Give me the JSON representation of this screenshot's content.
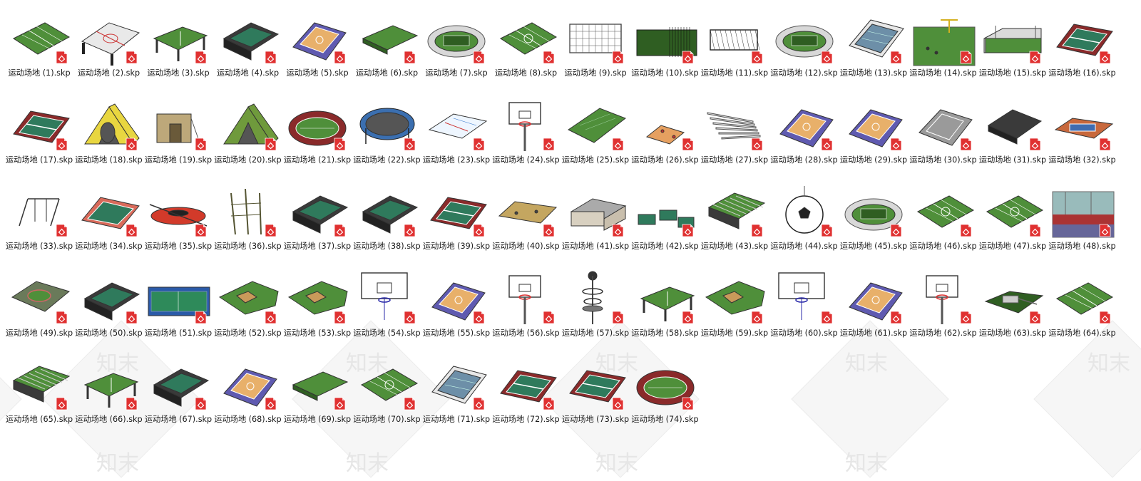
{
  "window": {
    "title": ""
  },
  "watermark": {
    "text": "知末",
    "color": "#e6e6e6"
  },
  "badge": {
    "icon": "sketchup-file-icon",
    "color": "#e03131"
  },
  "files": [
    {
      "name": "运动场地 (1).skp",
      "icon": "football-field-icon"
    },
    {
      "name": "运动场地 (2).skp",
      "icon": "air-hockey-table-icon"
    },
    {
      "name": "运动场地 (3).skp",
      "icon": "ping-pong-table-icon"
    },
    {
      "name": "运动场地 (4).skp",
      "icon": "pool-table-icon"
    },
    {
      "name": "运动场地 (5).skp",
      "icon": "basketball-court-icon"
    },
    {
      "name": "运动场地 (6).skp",
      "icon": "green-table-icon"
    },
    {
      "name": "运动场地 (7).skp",
      "icon": "stadium-icon"
    },
    {
      "name": "运动场地 (8).skp",
      "icon": "soccer-field-icon"
    },
    {
      "name": "运动场地 (9).skp",
      "icon": "soccer-goal-icon"
    },
    {
      "name": "运动场地 (10).skp",
      "icon": "field-goal-net-icon"
    },
    {
      "name": "运动场地 (11).skp",
      "icon": "goal-net-icon"
    },
    {
      "name": "运动场地 (12).skp",
      "icon": "stadium-icon"
    },
    {
      "name": "运动场地 (13).skp",
      "icon": "swimming-pool-icon"
    },
    {
      "name": "运动场地 (14).skp",
      "icon": "football-goalpost-icon"
    },
    {
      "name": "运动场地 (15).skp",
      "icon": "sports-ground-icon"
    },
    {
      "name": "运动场地 (16).skp",
      "icon": "tennis-court-icon"
    },
    {
      "name": "运动场地 (17).skp",
      "icon": "tennis-court-icon"
    },
    {
      "name": "运动场地 (18).skp",
      "icon": "dome-tent-icon"
    },
    {
      "name": "运动场地 (19).skp",
      "icon": "cabin-tent-icon"
    },
    {
      "name": "运动场地 (20).skp",
      "icon": "tent-icon"
    },
    {
      "name": "运动场地 (21).skp",
      "icon": "running-track-icon"
    },
    {
      "name": "运动场地 (22).skp",
      "icon": "trampoline-icon"
    },
    {
      "name": "运动场地 (23).skp",
      "icon": "ice-rink-icon"
    },
    {
      "name": "运动场地 (24).skp",
      "icon": "basketball-hoop-icon"
    },
    {
      "name": "运动场地 (25).skp",
      "icon": "grass-field-icon"
    },
    {
      "name": "运动场地 (26).skp",
      "icon": "small-court-icon"
    },
    {
      "name": "运动场地 (27).skp",
      "icon": "bleachers-icon"
    },
    {
      "name": "运动场地 (28).skp",
      "icon": "basketball-court-icon"
    },
    {
      "name": "运动场地 (29).skp",
      "icon": "basketball-court-icon"
    },
    {
      "name": "运动场地 (30).skp",
      "icon": "court-icon"
    },
    {
      "name": "运动场地 (31).skp",
      "icon": "boxing-ring-icon"
    },
    {
      "name": "运动场地 (32).skp",
      "icon": "clay-court-icon"
    },
    {
      "name": "运动场地 (33).skp",
      "icon": "swing-set-icon"
    },
    {
      "name": "运动场地 (34).skp",
      "icon": "fenced-court-icon"
    },
    {
      "name": "运动场地 (35).skp",
      "icon": "kayak-icon"
    },
    {
      "name": "运动场地 (36).skp",
      "icon": "climbing-frame-icon"
    },
    {
      "name": "运动场地 (37).skp",
      "icon": "pool-table-icon"
    },
    {
      "name": "运动场地 (38).skp",
      "icon": "pool-table-icon"
    },
    {
      "name": "运动场地 (39).skp",
      "icon": "tennis-court-icon"
    },
    {
      "name": "运动场地 (40).skp",
      "icon": "sand-court-icon"
    },
    {
      "name": "运动场地 (41).skp",
      "icon": "gymnasium-icon"
    },
    {
      "name": "运动场地 (42).skp",
      "icon": "pool-tables-icon"
    },
    {
      "name": "运动场地 (43).skp",
      "icon": "foosball-table-icon"
    },
    {
      "name": "运动场地 (44).skp",
      "icon": "soccer-ball-icon"
    },
    {
      "name": "运动场地 (45).skp",
      "icon": "stadium-icon"
    },
    {
      "name": "运动场地 (46).skp",
      "icon": "soccer-field-icon"
    },
    {
      "name": "运动场地 (47).skp",
      "icon": "soccer-field-icon"
    },
    {
      "name": "运动场地 (48).skp",
      "icon": "stadium-photo-icon"
    },
    {
      "name": "运动场地 (49).skp",
      "icon": "sports-complex-icon"
    },
    {
      "name": "运动场地 (50).skp",
      "icon": "pool-table-icon"
    },
    {
      "name": "运动场地 (51).skp",
      "icon": "arena-photo-icon"
    },
    {
      "name": "运动场地 (52).skp",
      "icon": "baseball-field-icon"
    },
    {
      "name": "运动场地 (53).skp",
      "icon": "baseball-field-icon"
    },
    {
      "name": "运动场地 (54).skp",
      "icon": "basketball-backboard-icon"
    },
    {
      "name": "运动场地 (55).skp",
      "icon": "basketball-court-icon"
    },
    {
      "name": "运动场地 (56).skp",
      "icon": "basketball-hoop-icon"
    },
    {
      "name": "运动场地 (57).skp",
      "icon": "disc-golf-basket-icon"
    },
    {
      "name": "运动场地 (58).skp",
      "icon": "ping-pong-table-icon"
    },
    {
      "name": "运动场地 (59).skp",
      "icon": "baseball-field-icon"
    },
    {
      "name": "运动场地 (60).skp",
      "icon": "basketball-backboard-icon"
    },
    {
      "name": "运动场地 (61).skp",
      "icon": "basketball-court-icon"
    },
    {
      "name": "运动场地 (62).skp",
      "icon": "basketball-hoop-icon"
    },
    {
      "name": "运动场地 (63).skp",
      "icon": "playground-icon"
    },
    {
      "name": "运动场地 (64).skp",
      "icon": "football-field-icon"
    },
    {
      "name": "运动场地 (65).skp",
      "icon": "foosball-table-icon"
    },
    {
      "name": "运动场地 (66).skp",
      "icon": "ping-pong-table-icon"
    },
    {
      "name": "运动场地 (67).skp",
      "icon": "pool-table-icon"
    },
    {
      "name": "运动场地 (68).skp",
      "icon": "basketball-court-icon"
    },
    {
      "name": "运动场地 (69).skp",
      "icon": "green-table-icon"
    },
    {
      "name": "运动场地 (70).skp",
      "icon": "soccer-field-icon"
    },
    {
      "name": "运动场地 (71).skp",
      "icon": "swimming-pool-icon"
    },
    {
      "name": "运动场地 (72).skp",
      "icon": "tennis-court-icon"
    },
    {
      "name": "运动场地 (73).skp",
      "icon": "tennis-court-icon"
    },
    {
      "name": "运动场地 (74).skp",
      "icon": "running-track-icon"
    }
  ]
}
